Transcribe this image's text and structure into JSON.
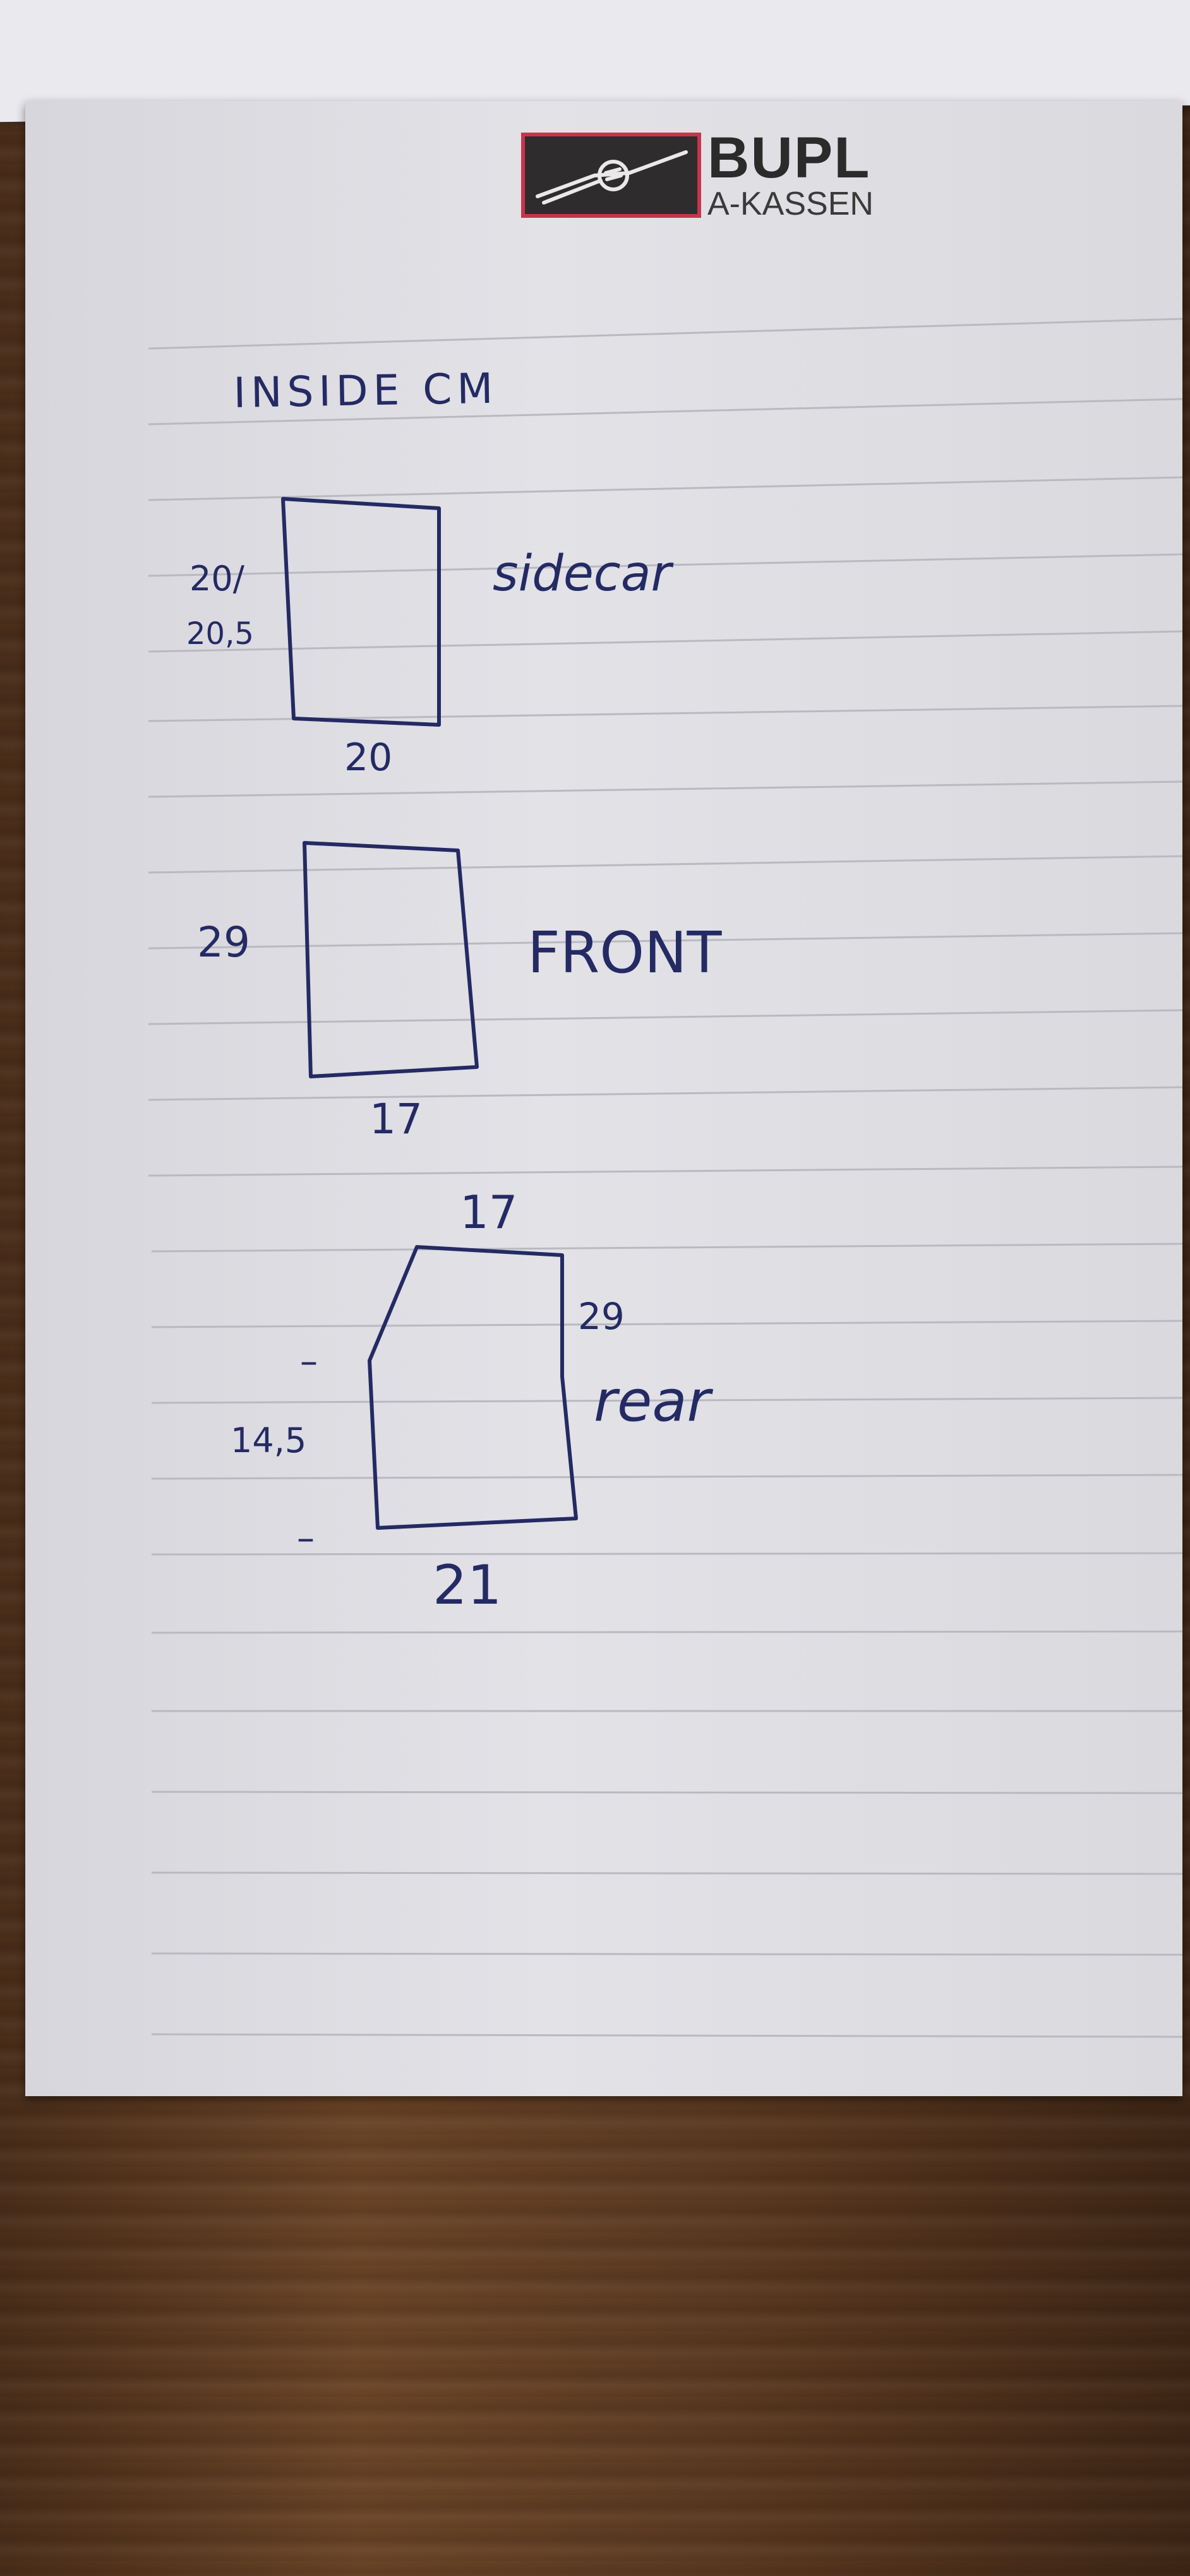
{
  "logo": {
    "name": "BUPL",
    "subname": "A-KASSEN"
  },
  "notes": {
    "heading": "INSIDE CM",
    "sidecar": {
      "label": "sidecar",
      "height": "20/",
      "height_alt": "20,5",
      "width": "20"
    },
    "front": {
      "label": "FRONT",
      "height": "29",
      "width": "17"
    },
    "rear": {
      "label": "rear",
      "top_width": "17",
      "right_height": "29",
      "left_height": "14,5",
      "bottom_width": "21",
      "tick_top": "–",
      "tick_bottom": "–"
    }
  },
  "colors": {
    "ink": "#242a63",
    "paper": "#dedee3",
    "logo_border": "#c8344a",
    "logo_fill": "#2f2c2d"
  }
}
